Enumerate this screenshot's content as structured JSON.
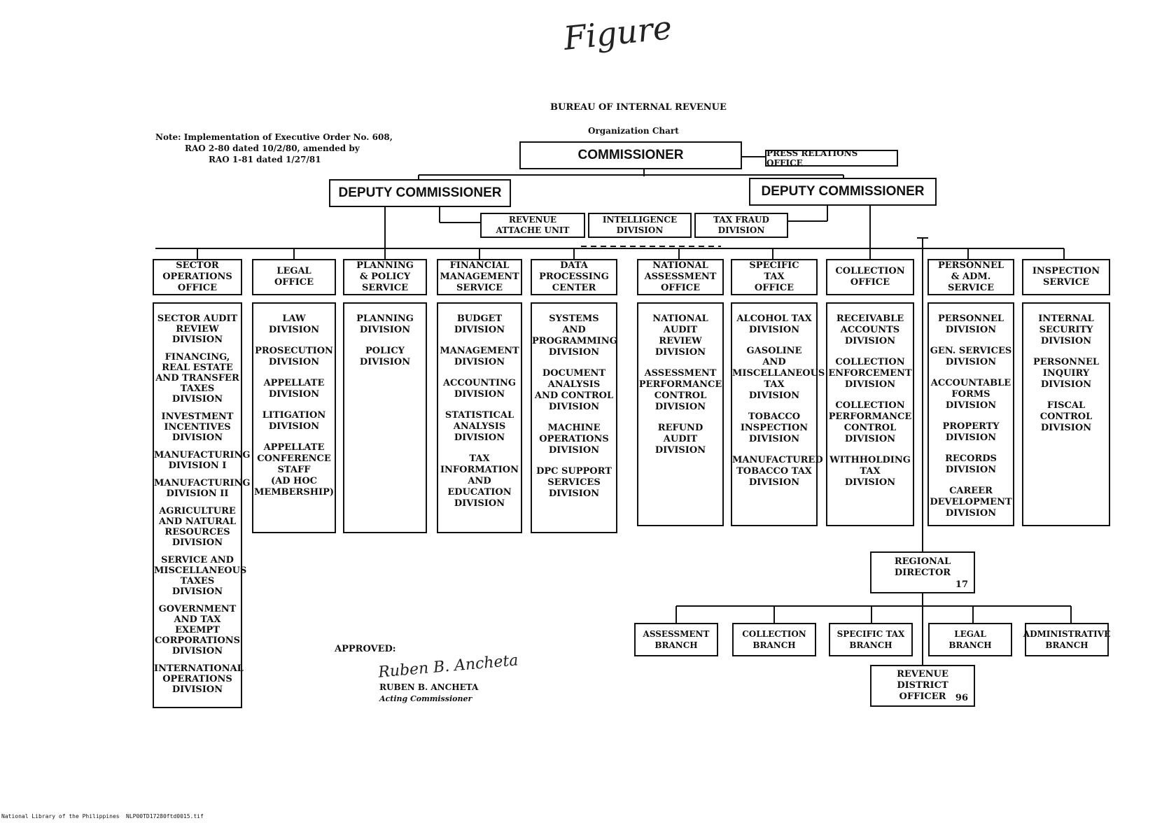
{
  "header": {
    "handwritten": "Figure",
    "title": "BUREAU OF INTERNAL REVENUE",
    "subtitle": "Organization Chart"
  },
  "note": {
    "line1": "Note: Implementation of Executive Order No. 608,",
    "line2": "RAO 2-80 dated 10/2/80, amended by",
    "line3": "RAO 1-81 dated 1/27/81"
  },
  "top": {
    "commissioner": "COMMISSIONER",
    "press": "PRESS RELATIONS OFFICE",
    "deputy_left": "DEPUTY COMMISSIONER",
    "deputy_right": "DEPUTY COMMISSIONER",
    "revenue_attache": "REVENUE\nATTACHE UNIT",
    "intelligence": "INTELLIGENCE\nDIVISION",
    "tax_fraud": "TAX FRAUD\nDIVISION"
  },
  "offices": [
    {
      "title": "SECTOR\nOPERATIONS\nOFFICE",
      "items": [
        "SECTOR AUDIT\nREVIEW DIVISION",
        "FINANCING,\nREAL ESTATE\nAND TRANSFER\nTAXES DIVISION",
        "INVESTMENT\nINCENTIVES\nDIVISION",
        "MANUFACTURING\nDIVISION I",
        "MANUFACTURING\nDIVISION II",
        "AGRICULTURE\nAND NATURAL\nRESOURCES\nDIVISION",
        "SERVICE AND\nMISCELLANEOUS\nTAXES DIVISION",
        "GOVERNMENT\nAND TAX\nEXEMPT\nCORPORATIONS\nDIVISION",
        "INTERNATIONAL\nOPERATIONS\nDIVISION"
      ]
    },
    {
      "title": "LEGAL\nOFFICE",
      "items": [
        "LAW\nDIVISION",
        "PROSECUTION\nDIVISION",
        "APPELLATE\nDIVISION",
        "LITIGATION\nDIVISION",
        "APPELLATE\nCONFERENCE\nSTAFF\n(AD HOC\nMEMBERSHIP)"
      ]
    },
    {
      "title": "PLANNING\n& POLICY\nSERVICE",
      "items": [
        "PLANNING\nDIVISION",
        "POLICY\nDIVISION"
      ]
    },
    {
      "title": "FINANCIAL\nMANAGEMENT\nSERVICE",
      "items": [
        "BUDGET\nDIVISION",
        "MANAGEMENT\nDIVISION",
        "ACCOUNTING\nDIVISION",
        "STATISTICAL\nANALYSIS\nDIVISION",
        "TAX\nINFORMATION\nAND EDUCATION\nDIVISION"
      ]
    },
    {
      "title": "DATA\nPROCESSING\nCENTER",
      "items": [
        "SYSTEMS\nAND\nPROGRAMMING\nDIVISION",
        "DOCUMENT\nANALYSIS\nAND CONTROL\nDIVISION",
        "MACHINE\nOPERATIONS\nDIVISION",
        "DPC SUPPORT\nSERVICES\nDIVISION"
      ]
    },
    {
      "title": "NATIONAL\nASSESSMENT\nOFFICE",
      "items": [
        "NATIONAL\nAUDIT\nREVIEW\nDIVISION",
        "ASSESSMENT\nPERFORMANCE\nCONTROL\nDIVISION",
        "REFUND\nAUDIT\nDIVISION"
      ]
    },
    {
      "title": "SPECIFIC\nTAX\nOFFICE",
      "items": [
        "ALCOHOL TAX\nDIVISION",
        "GASOLINE\nAND\nMISCELLANEOUS\nTAX\nDIVISION",
        "TOBACCO\nINSPECTION\nDIVISION",
        "MANUFACTURED\nTOBACCO TAX\nDIVISION"
      ]
    },
    {
      "title": "COLLECTION\nOFFICE",
      "items": [
        "RECEIVABLE\nACCOUNTS\nDIVISION",
        "COLLECTION\nENFORCEMENT\nDIVISION",
        "COLLECTION\nPERFORMANCE\nCONTROL\nDIVISION",
        "WITHHOLDING\nTAX\nDIVISION"
      ]
    },
    {
      "title": "PERSONNEL\n& ADM.\nSERVICE",
      "items": [
        "PERSONNEL\nDIVISION",
        "GEN. SERVICES\nDIVISION",
        "ACCOUNTABLE\nFORMS DIVISION",
        "PROPERTY\nDIVISION",
        "RECORDS\nDIVISION",
        "CAREER\nDEVELOPMENT\nDIVISION"
      ]
    },
    {
      "title": "INSPECTION\nSERVICE",
      "items": [
        "INTERNAL\nSECURITY\nDIVISION",
        "PERSONNEL\nINQUIRY\nDIVISION",
        "FISCAL\nCONTROL\nDIVISION"
      ]
    }
  ],
  "regional": {
    "director": "REGIONAL\nDIRECTOR",
    "director_count": "17",
    "branches": [
      "ASSESSMENT\nBRANCH",
      "COLLECTION\nBRANCH",
      "SPECIFIC TAX\nBRANCH",
      "LEGAL\nBRANCH",
      "ADMINISTRATIVE\nBRANCH"
    ],
    "rdo": "REVENUE\nDISTRICT\nOFFICER",
    "rdo_count": "96"
  },
  "approval": {
    "label": "APPROVED:",
    "signature": "Ruben B. Ancheta",
    "name": "RUBEN B. ANCHETA",
    "position": "Acting Commissioner"
  },
  "footer": {
    "source": "National Library of the Philippines",
    "file": "NLP00TD17280ftd0015.tif"
  }
}
